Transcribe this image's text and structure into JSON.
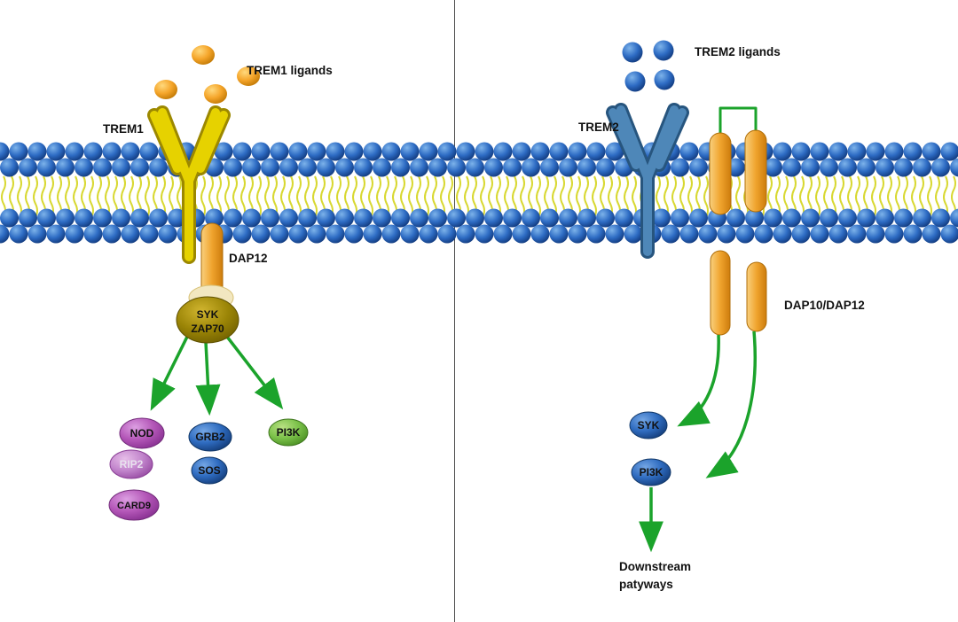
{
  "left_panel": {
    "ligands_label": "TREM1 ligands",
    "receptor_label": "TREM1",
    "adapter_label": "DAP12",
    "complex": {
      "line1": "SYK",
      "line2": "ZAP70"
    },
    "nodes": {
      "nod": "NOD",
      "rip2": "RIP2",
      "card9": "CARD9",
      "grb2": "GRB2",
      "sos": "SOS",
      "pi3k": "PI3K"
    }
  },
  "right_panel": {
    "ligands_label": "TREM2 ligands",
    "receptor_label": "TREM2",
    "adapter_label": "DAP10/DAP12",
    "nodes": {
      "syk": "SYK",
      "pi3k": "PI3K"
    },
    "downstream": {
      "line1": "Downstream",
      "line2": "patyways"
    }
  },
  "colors": {
    "membrane_head_blue": "#2e6cc4",
    "lipid_tail_yellow": "#d8d832",
    "trem1_yellow": "#e6d200",
    "trem2_blue": "#4e87b8",
    "adapter_orange": "#f0a42e",
    "kinase_olive": "#9a8406",
    "cascade_purple": "#b457b8",
    "cascade_blue": "#2f6cc0",
    "cascade_green": "#7cc24a",
    "arrow_green": "#1ba32b",
    "ligand_orange": "#f5a52a",
    "divider_gray": "#4d4d4d"
  }
}
